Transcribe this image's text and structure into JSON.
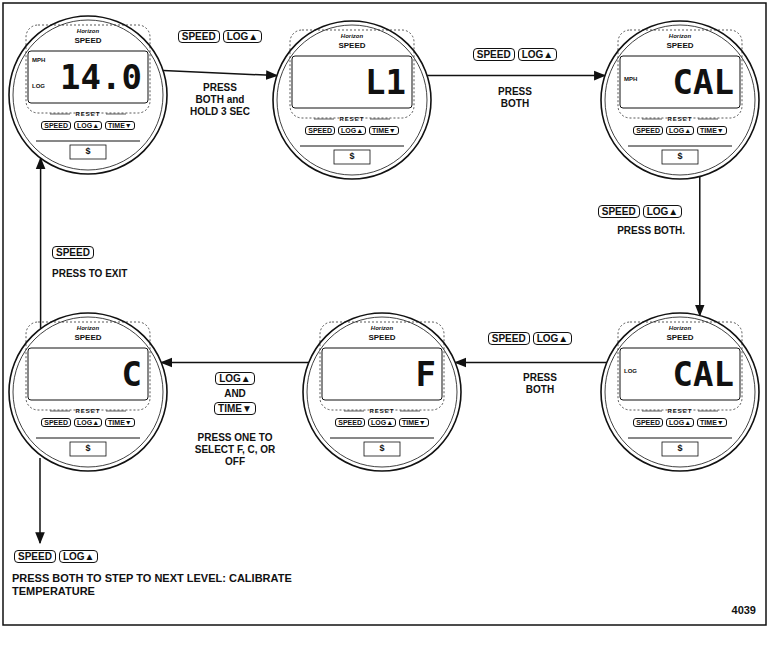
{
  "diagram": {
    "nodes": [
      {
        "text": [
          "Horizon",
          "SPEED",
          "MPH",
          "LOG",
          "14.0",
          "RESET",
          "SPEED",
          "LOG▲",
          "TIME▼",
          "$"
        ]
      },
      {
        "text": [
          "Horizon",
          "SPEED",
          "L1",
          "RESET",
          "SPEED",
          "LOG▲",
          "TIME▼",
          "$"
        ]
      },
      {
        "text": [
          "Horizon",
          "SPEED",
          "MPH",
          "CAL",
          "RESET",
          "SPEED",
          "LOG▲",
          "TIME▼",
          "$"
        ]
      },
      {
        "text": [
          "Horizon",
          "SPEED",
          "C",
          "RESET",
          "SPEED",
          "LOG▲",
          "TIME▼",
          "$"
        ]
      },
      {
        "text": [
          "Horizon",
          "SPEED",
          "F",
          "RESET",
          "SPEED",
          "LOG▲",
          "TIME▼",
          "$"
        ]
      },
      {
        "text": [
          "Horizon",
          "SPEED",
          "LOG",
          "CAL",
          "RESET",
          "SPEED",
          "LOG▲",
          "TIME▼",
          "$"
        ]
      }
    ],
    "edges": [
      {
        "from": 0,
        "to": 1,
        "arrow": "to",
        "label": "PRESS BOTH and HOLD 3 SEC"
      },
      {
        "from": 1,
        "to": 2,
        "arrow": "to",
        "label": "PRESS BOTH"
      },
      {
        "from": 2,
        "to": 5,
        "arrow": "to",
        "label": "PRESS BOTH."
      },
      {
        "from": 5,
        "to": 4,
        "arrow": "to",
        "label": "PRESS BOTH"
      },
      {
        "from": 4,
        "to": 3,
        "arrow": "to",
        "label": "PRESS ONE TO SELECT F, C, OR OFF"
      },
      {
        "from": 3,
        "to": 0,
        "arrow": "to",
        "label": "PRESS TO EXIT"
      }
    ],
    "labels": [
      "SPEED",
      "LOG▲",
      "SPEED",
      "LOG▲",
      "SPEED",
      "LOG▲",
      "SPEED",
      "LOG▲",
      "LOG▲",
      "AND",
      "TIME▼",
      "SPEED",
      "SPEED",
      "LOG▲",
      "PRESS BOTH TO STEP TO NEXT LEVEL: CALIBRATE TEMPERATURE",
      "4039"
    ]
  }
}
